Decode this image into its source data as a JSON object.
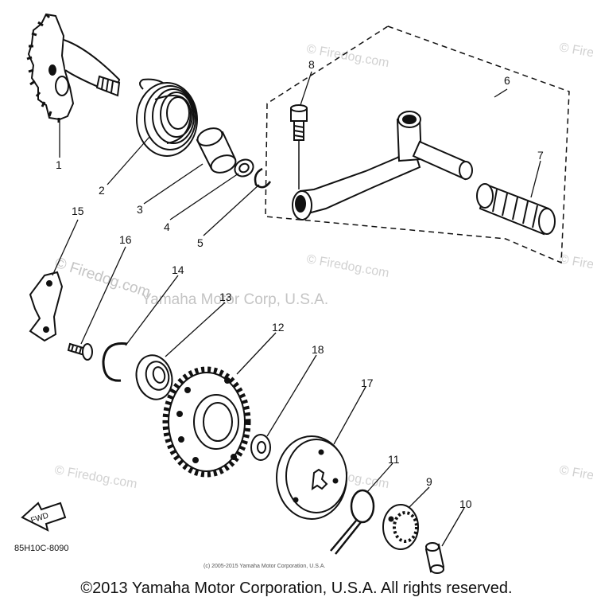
{
  "diagram": {
    "part_code": "85H10C-8090",
    "fwd_label": "FWD",
    "callouts": [
      "1",
      "2",
      "3",
      "4",
      "5",
      "6",
      "7",
      "8",
      "9",
      "10",
      "11",
      "12",
      "13",
      "14",
      "15",
      "16",
      "17",
      "18"
    ],
    "watermark_site": "© Firedog.com",
    "watermark_brand": "Yamaha Motor Corp, U.S.A.",
    "fine_print": "(c) 2005-2015 Yamaha Motor Corporation, U.S.A."
  },
  "footer": {
    "copyright": "©2013 Yamaha Motor Corporation, U.S.A. All rights reserved."
  }
}
